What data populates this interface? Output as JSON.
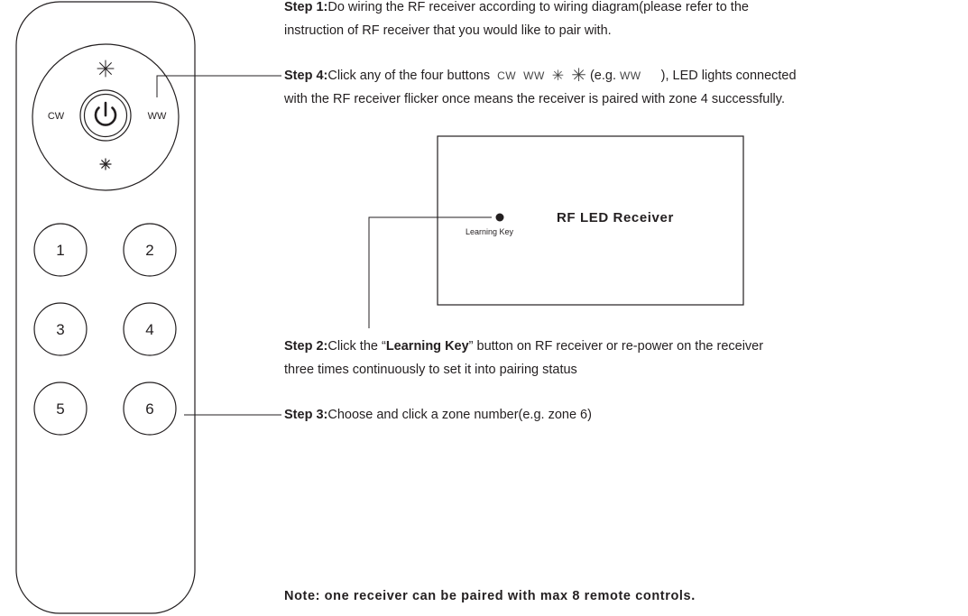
{
  "remote": {
    "ring_labels": {
      "cw": "CW",
      "ww": "WW",
      "star_large": "✳",
      "star_small": "✳"
    },
    "zone_buttons": [
      "1",
      "2",
      "3",
      "4",
      "5",
      "6"
    ]
  },
  "receiver": {
    "title": "RF LED Receiver",
    "learning_key_label": "Learning Key"
  },
  "steps": {
    "step1": {
      "label": "Step 1:",
      "line1": "Do wiring the RF receiver according to wiring diagram(please refer to the",
      "line2": "instruction of RF receiver that you would like to pair with."
    },
    "step4": {
      "label": "Step 4:",
      "text_before": "Click any of the four buttons",
      "sym_cw": "CW",
      "sym_ww": "WW",
      "sym_star_small": "✳",
      "sym_star_big": "✳",
      "eg_open": "(e.g.",
      "eg_ww": "WW",
      "text_after": "), LED lights connected",
      "line2": "with the RF receiver flicker once means the receiver is paired with zone 4 successfully."
    },
    "step2": {
      "label": "Step 2:",
      "text_before": "Click the “",
      "bold": "Learning Key",
      "text_after": "” button on RF receiver or re-power on the receiver",
      "line2": "three times continuously to set it into pairing status"
    },
    "step3": {
      "label": "Step 3:",
      "text": "Choose and click a zone number(e.g. zone 6)"
    }
  },
  "note": "Note: one receiver can be paired with max 8 remote controls."
}
